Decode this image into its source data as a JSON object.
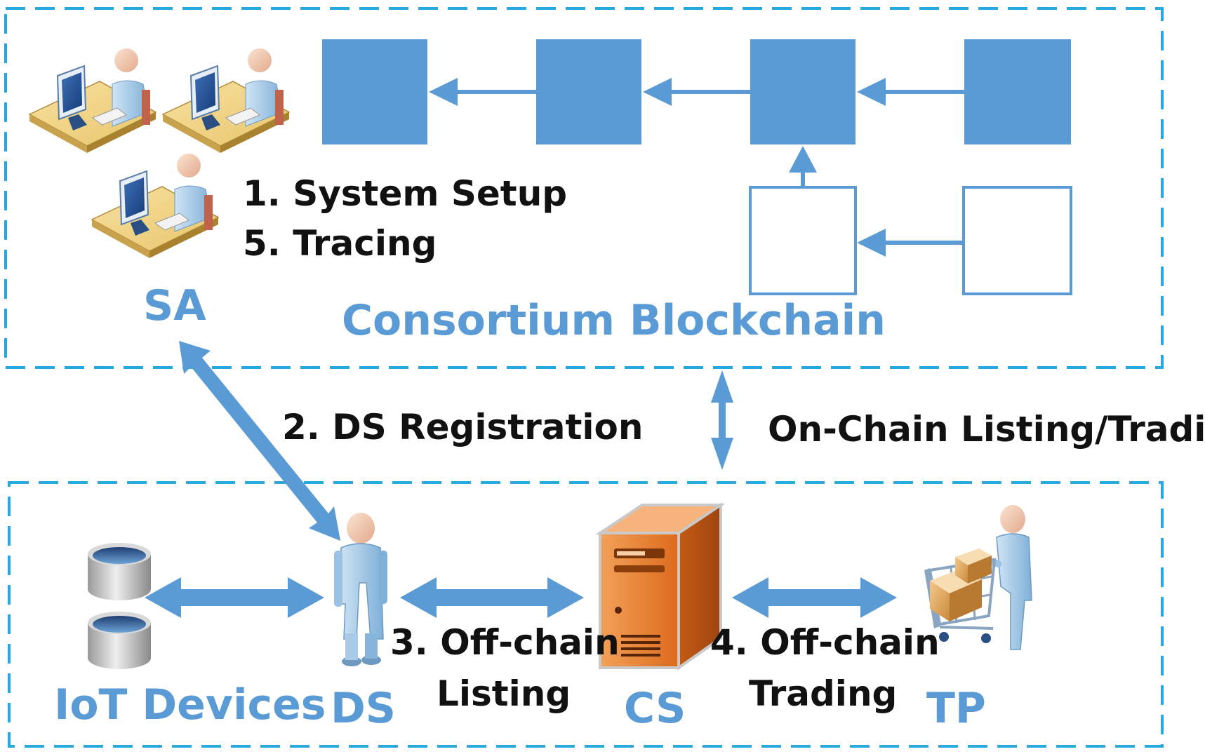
{
  "colors": {
    "dash_border": "#29a8e0",
    "block_fill": "#5b9bd5",
    "arrow": "#5b9bd5",
    "label_blue": "#5b9bd5",
    "label_black": "#111111",
    "server_orange": "#e2701e"
  },
  "icons": {
    "sa": "person-at-computer-icon",
    "ds": "person-icon",
    "cs": "server-tower-icon",
    "tp": "person-with-shopping-cart-icon",
    "iot": "database-cylinder-icon"
  },
  "labels": {
    "step1": "1. System Setup",
    "step5": "5. Tracing",
    "sa": "SA",
    "blockchain": "Consortium Blockchain",
    "step2": "2. DS Registration",
    "onchain": "On-Chain Listing/Trading",
    "iot": "IoT Devices",
    "ds": "DS",
    "step3_line1": "3. Off-chain",
    "step3_line2": "Listing",
    "cs": "CS",
    "step4_line1": "4. Off-chain",
    "step4_line2": "Trading",
    "tp": "TP"
  }
}
